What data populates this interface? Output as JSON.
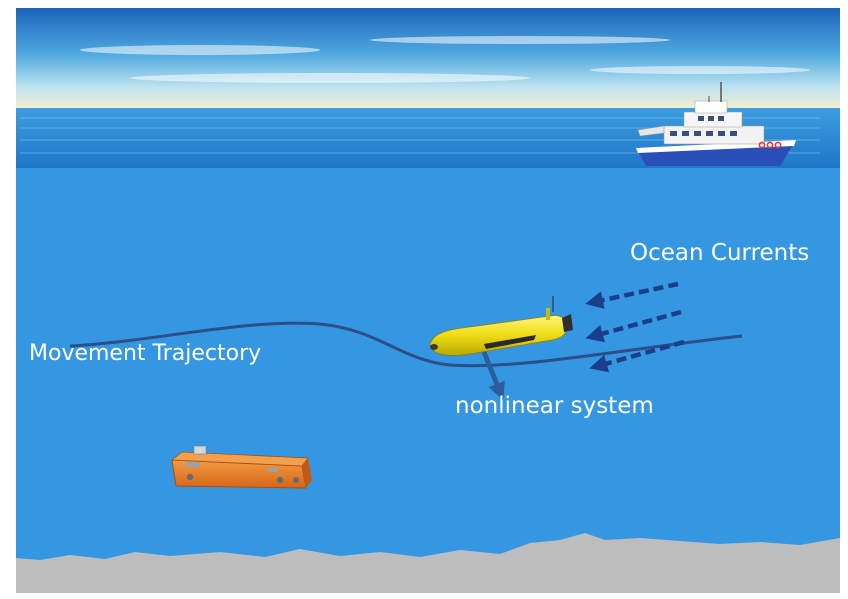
{
  "labels": {
    "ocean_currents": "Ocean Currents",
    "movement_trajectory": "Movement Trajectory",
    "nonlinear_system": "nonlinear system"
  },
  "colors": {
    "sky_top": "#1f6fc4",
    "sky_horizon": "#f6f0d4",
    "sea_surface": "#2a86d6",
    "underwater": "#3597e2",
    "seabed": "#bdbdbd",
    "arrow_dark": "#1a3f8a",
    "trajectory": "#2b4f86",
    "glider_yellow": "#f0e018",
    "rov_orange": "#e8781e",
    "ship_hull": "#2a4fb8",
    "text": "#ffffff"
  },
  "icons": {
    "ship": "research-ship-icon",
    "glider": "underwater-glider-icon",
    "rov": "rov-vehicle-icon"
  }
}
